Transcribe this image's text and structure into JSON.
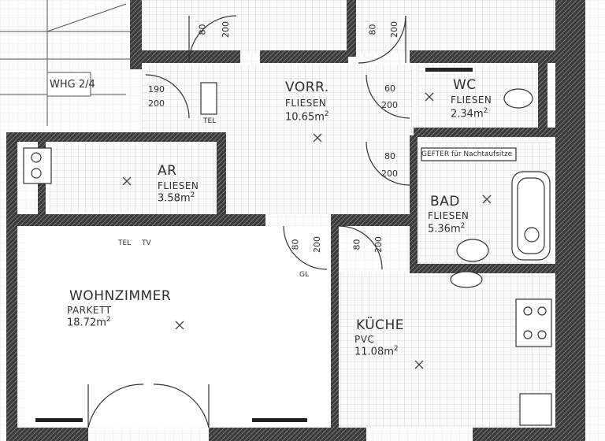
{
  "plan": {
    "unit_label": "WHG 2/4",
    "area_unit_sup": "2",
    "rooms": [
      {
        "name": "VORR.",
        "floor": "FLIESEN",
        "area": "10.65m"
      },
      {
        "name": "WC",
        "floor": "FLIESEN",
        "area": "2.34m"
      },
      {
        "name": "AR",
        "floor": "FLIESEN",
        "area": "3.58m"
      },
      {
        "name": "BAD",
        "floor": "FLIESEN",
        "area": "5.36m"
      },
      {
        "name": "WOHNZIMMER",
        "floor": "PARKETT",
        "area": "18.72m"
      },
      {
        "name": "KÜCHE",
        "floor": "PVC",
        "area": "11.08m"
      }
    ],
    "annotations": {
      "bath_note": "GEFTER für Nachtaufsitze",
      "tel": "TEL",
      "tv": "TV",
      "gl": "GL"
    },
    "door_dims": [
      "80",
      "200",
      "80",
      "200",
      "60",
      "200",
      "190",
      "200",
      "80",
      "200",
      "80",
      "200",
      "80",
      "200"
    ]
  }
}
